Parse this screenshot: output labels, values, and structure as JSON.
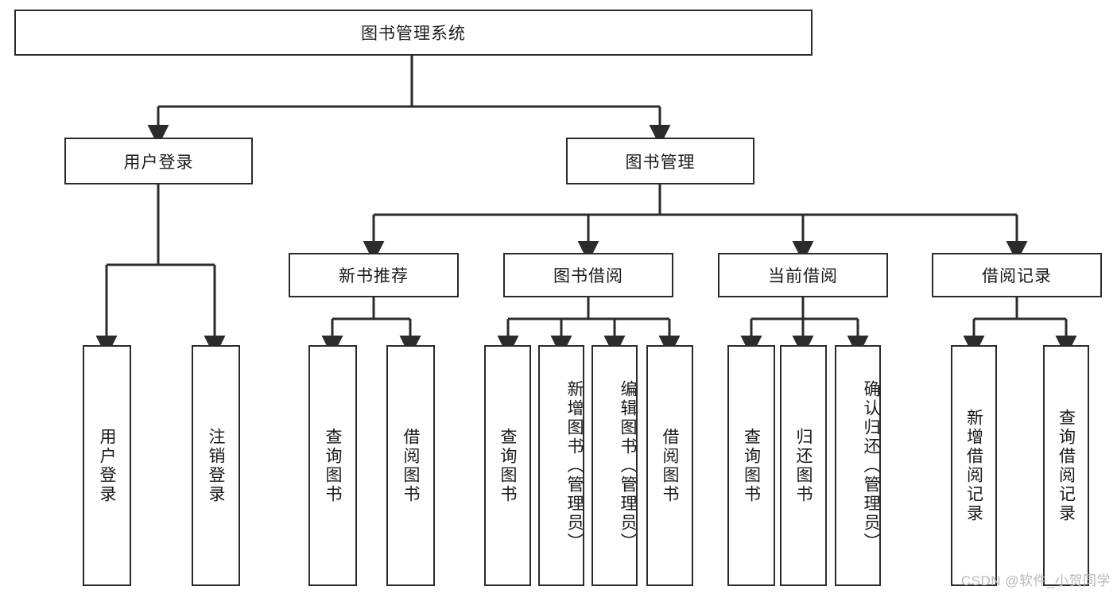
{
  "diagram": {
    "type": "tree-hierarchy",
    "root": {
      "label": "图书管理系统"
    },
    "level1": [
      {
        "label": "用户登录"
      },
      {
        "label": "图书管理"
      }
    ],
    "level2": [
      {
        "label": "新书推荐"
      },
      {
        "label": "图书借阅"
      },
      {
        "label": "当前借阅"
      },
      {
        "label": "借阅记录"
      }
    ],
    "leaves": [
      {
        "label": "用户登录"
      },
      {
        "label": "注销登录"
      },
      {
        "label": "查询图书"
      },
      {
        "label": "借阅图书"
      },
      {
        "label": "查询图书"
      },
      {
        "label": "新增图书（管理员）"
      },
      {
        "label": "编辑图书（管理员）"
      },
      {
        "label": "借阅图书"
      },
      {
        "label": "查询图书"
      },
      {
        "label": "归还图书"
      },
      {
        "label": "确认归还（管理员）"
      },
      {
        "label": "新增借阅记录"
      },
      {
        "label": "查询借阅记录"
      }
    ]
  },
  "watermark": {
    "text": "CSDN @软件_小贺同学"
  },
  "colors": {
    "stroke": "#2b2b2b",
    "fill": "#ffffff",
    "text": "#1a1a1a",
    "watermark": "#b9b9b9"
  }
}
